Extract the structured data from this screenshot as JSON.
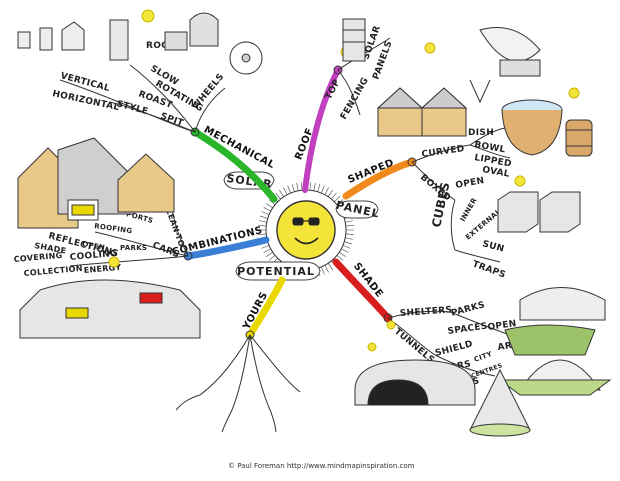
{
  "center": {
    "words": [
      "SOLAR",
      "PANEL",
      "POTENTIAL"
    ]
  },
  "branches": {
    "mechanical": "MECHANICAL",
    "roof": "ROOF",
    "shaped": "SHAPED",
    "shade": "SHADE",
    "yours": "YOURS",
    "combinations": "COMBINATIONS"
  },
  "mechanical_words": [
    "SLOW",
    "ROTATING",
    "ROAST",
    "SPIT",
    "STYLE",
    "WHEELS",
    "VERTICAL",
    "HORIZONTAL",
    "ROOF"
  ],
  "roof_words": [
    "TOP",
    "FENCING",
    "SOLAR",
    "PANELS"
  ],
  "shaped_words": [
    "CURVED",
    "BOXED",
    "DISH",
    "BOWL",
    "LIPPED",
    "OVAL",
    "OPEN",
    "CUBES",
    "INNER",
    "EXTERNAL",
    "SUN",
    "TRAPS"
  ],
  "shade_words": [
    "SHELTERS",
    "PARKS",
    "SPACES",
    "OPEN",
    "AREAS",
    "TUNNELS",
    "SHIELD",
    "CARS",
    "CITY",
    "CENTRES",
    "QUEUES"
  ],
  "combo_words": [
    "CARS",
    "PORTS",
    "LEAN-TO",
    "ROOFING",
    "REFLECTIONS",
    "OPEN",
    "PARKS",
    "SHADE",
    "COOLING",
    "COVERING",
    "COLLECTION",
    "ENERGY"
  ],
  "credit": "© Paul Foreman http://www.mindmapinspiration.com",
  "colors": {
    "mechanical": "#2bb52b",
    "roof": "#c040c0",
    "shaped": "#f08a1c",
    "shade": "#d81e1e",
    "yours": "#e8d800",
    "combinations": "#3a7fd6",
    "sun": "#f4e43a"
  }
}
